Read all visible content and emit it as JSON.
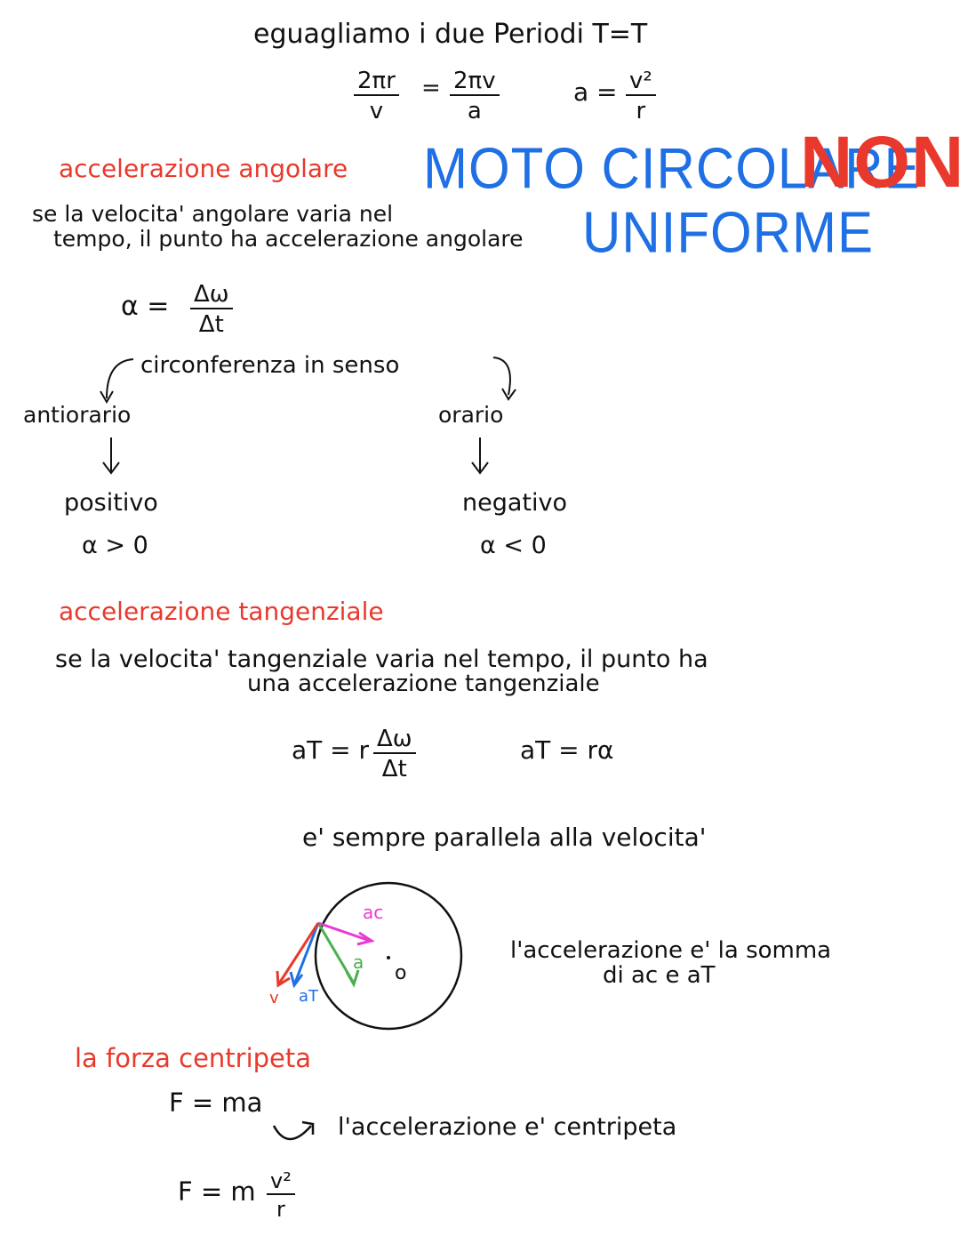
{
  "colors": {
    "ink": "#111111",
    "red": "#e8392c",
    "blue": "#1f6fe5",
    "magenta": "#e83ad6",
    "green": "#4caf50"
  },
  "intro": {
    "line": "eguagliamo i due Periodi  T=T",
    "frac1_num": "2πr",
    "frac1_den": "v",
    "eq": "=",
    "frac2_num": "2πv",
    "frac2_den": "a",
    "a_lhs": "a =",
    "a_num": "v²",
    "a_den": "r"
  },
  "title": {
    "line1": "MOTO CIRCOLARE",
    "non": "NON",
    "line2": "UNIFORME"
  },
  "angular": {
    "heading": "accelerazione angolare",
    "text1": "se la velocita' angolare varia nel",
    "text2": "tempo, il punto ha accelerazione angolare",
    "alpha_lhs": "α =",
    "alpha_num": "Δω",
    "alpha_den": "Δt",
    "branch": "circonferenza in senso",
    "left_label": "antiorario",
    "right_label": "orario",
    "left_result": "positivo",
    "left_cond": "α > 0",
    "right_result": "negativo",
    "right_cond": "α < 0"
  },
  "tangential": {
    "heading": "accelerazione tangenziale",
    "text1": "se la velocita' tangenziale varia nel tempo, il punto ha",
    "text2": "una accelerazione tangenziale",
    "f1_lhs": "aT = r",
    "f1_num": "Δω",
    "f1_den": "Δt",
    "f2": "aT =  rα",
    "parallel": "e' sempre parallela alla velocita'"
  },
  "diagram": {
    "label_ac": "ac",
    "label_a": "a",
    "label_o": "o",
    "label_v": "v",
    "label_at": "aT",
    "note1": "l'accelerazione e' la somma",
    "note2": "di ac e aT"
  },
  "force": {
    "heading": "la forza centripeta",
    "eq1": "F = ma",
    "note": "l'accelerazione e' centripeta",
    "eq2_lhs": "F = m",
    "eq2_num": "v²",
    "eq2_den": "r"
  }
}
